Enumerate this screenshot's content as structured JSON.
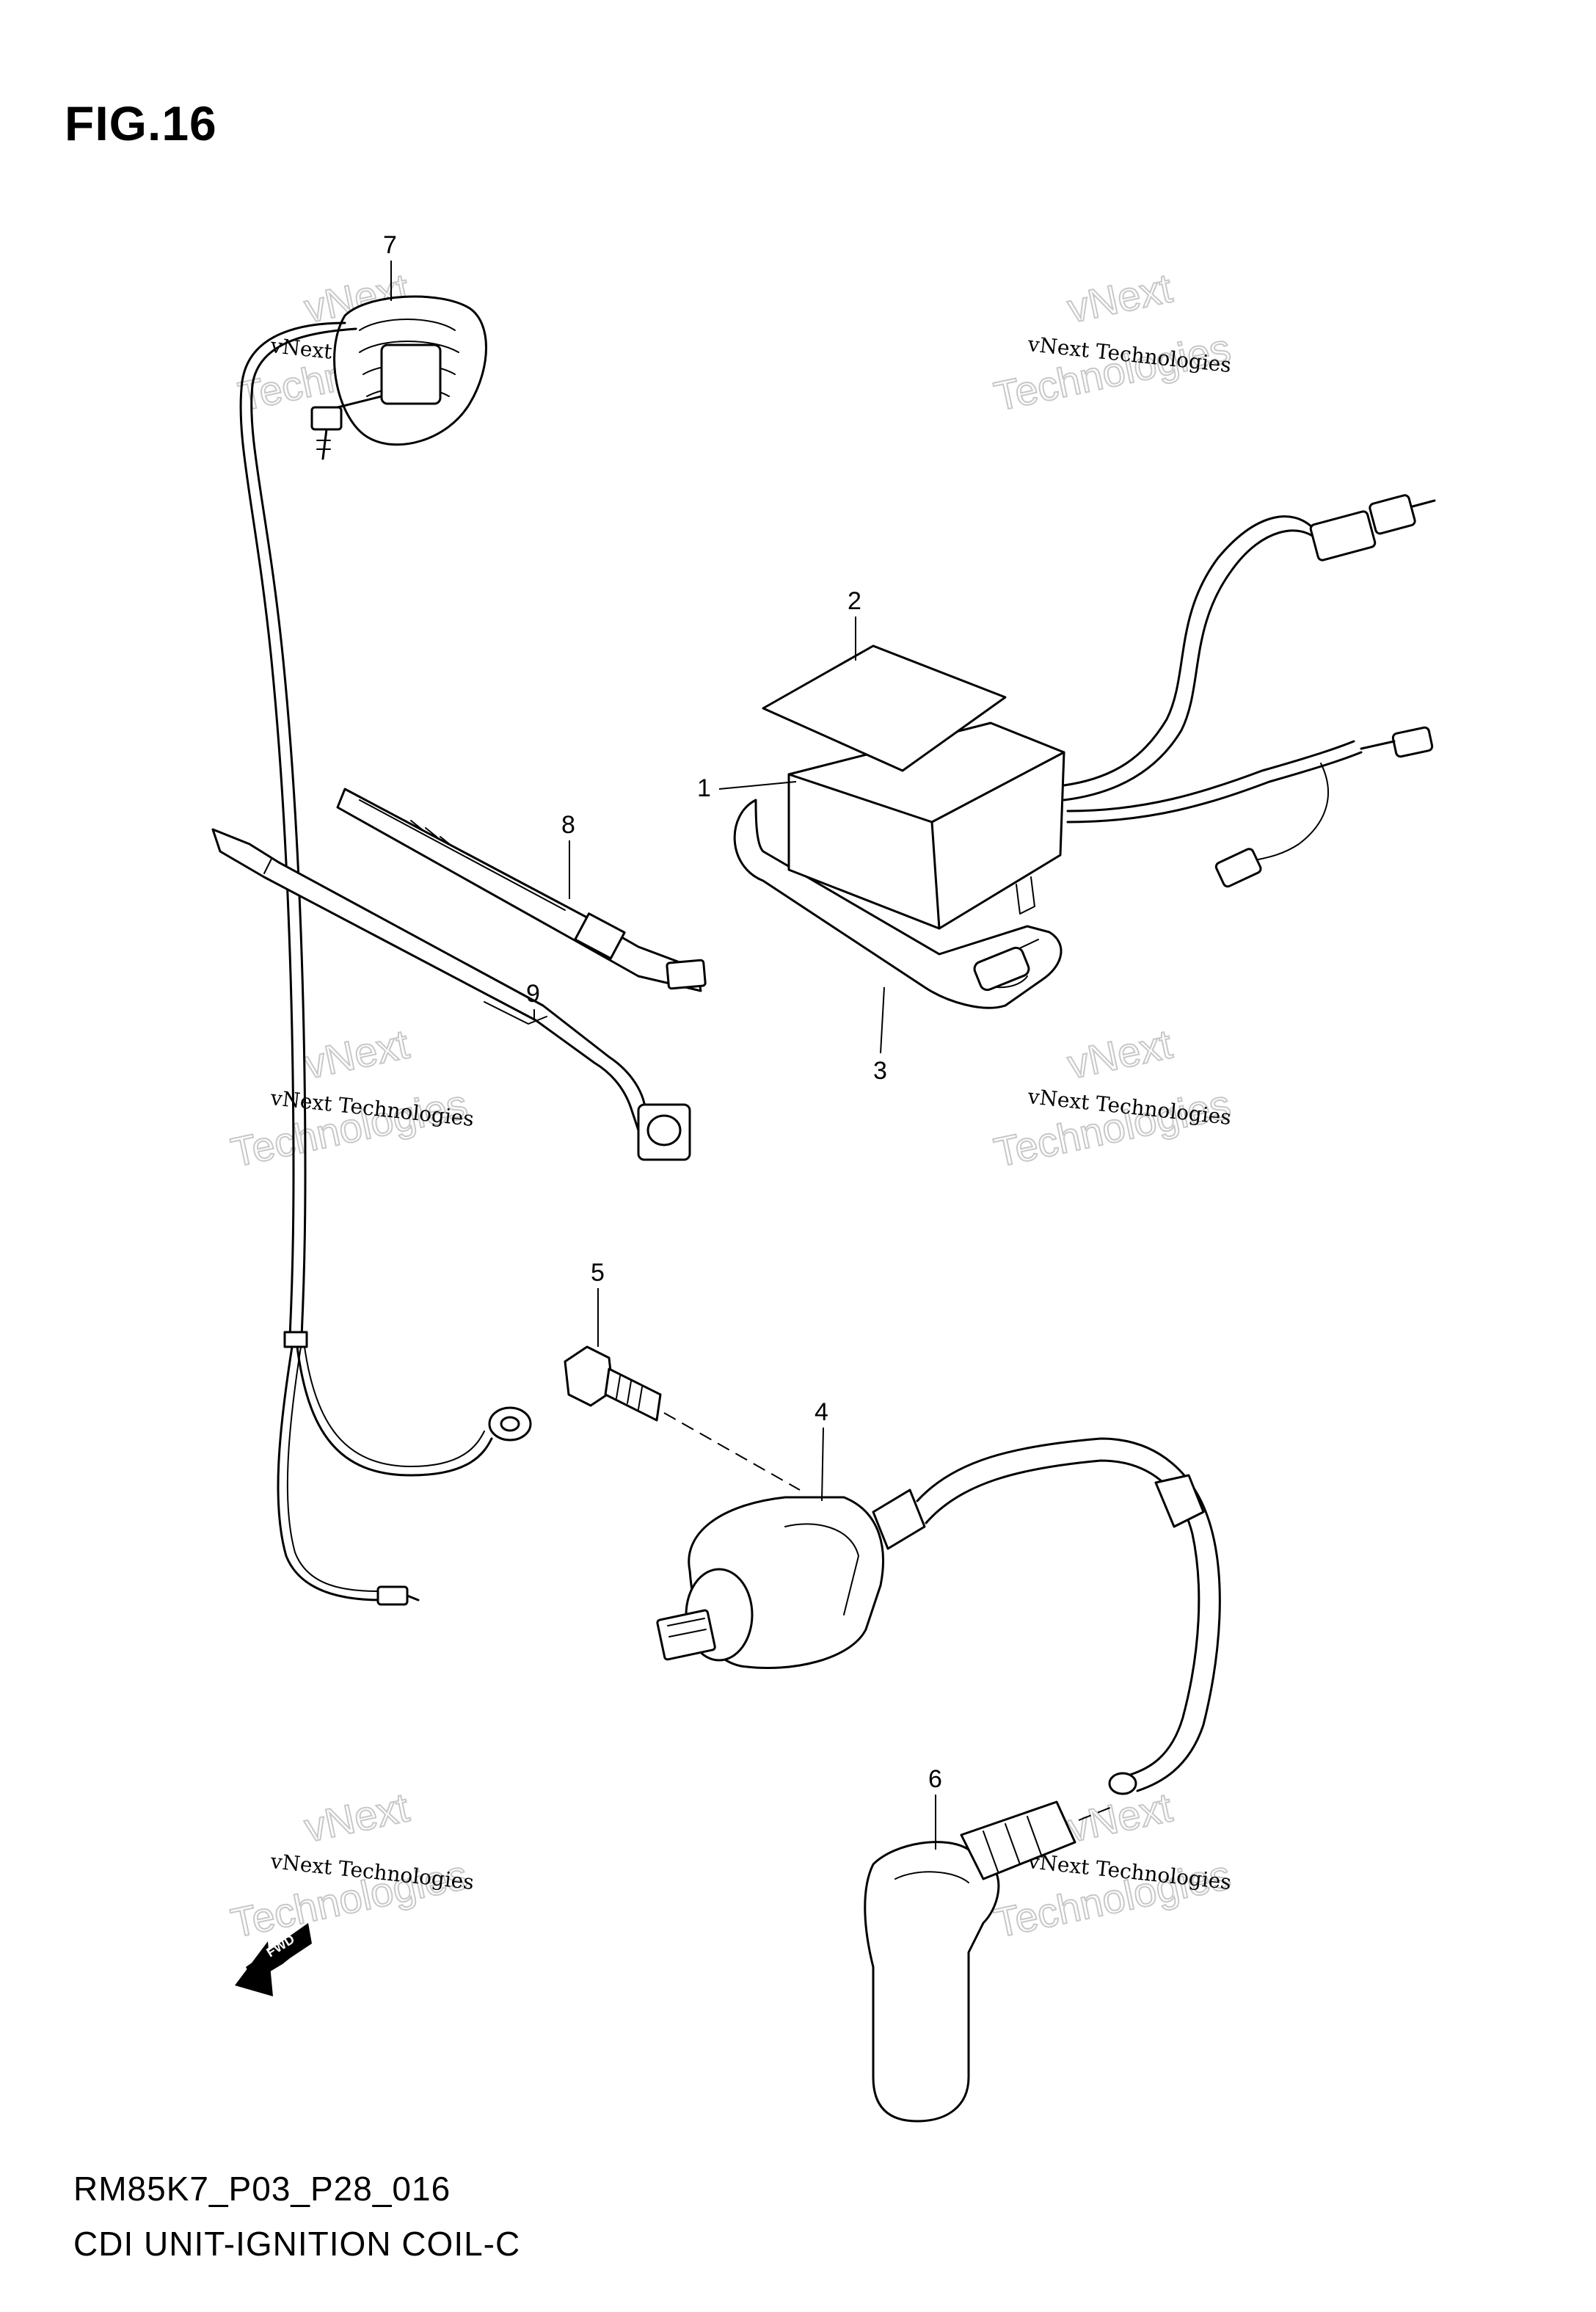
{
  "figure_title": "FIG.16",
  "footer": {
    "model_code": "RM85K7_P03_P28_016",
    "diagram_title": "CDI UNIT-IGNITION COIL-C"
  },
  "callouts": [
    "1",
    "2",
    "3",
    "4",
    "5",
    "6",
    "7",
    "8",
    "9"
  ],
  "watermark": {
    "company_line": "vNext Technologies",
    "big_line_1": "vNext",
    "big_line_2": "Technologies"
  },
  "forward_arrow_label": "FWD"
}
